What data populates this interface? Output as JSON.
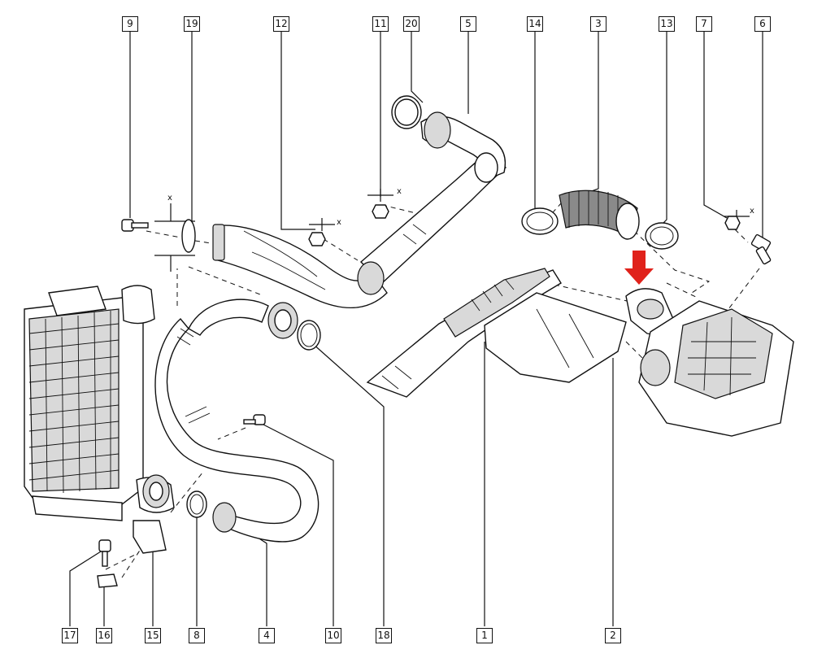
{
  "diagram": {
    "callouts": [
      {
        "id": "c9",
        "label": "9"
      },
      {
        "id": "c19",
        "label": "19"
      },
      {
        "id": "c12",
        "label": "12"
      },
      {
        "id": "c11",
        "label": "11"
      },
      {
        "id": "c20",
        "label": "20"
      },
      {
        "id": "c5",
        "label": "5"
      },
      {
        "id": "c14",
        "label": "14"
      },
      {
        "id": "c3",
        "label": "3"
      },
      {
        "id": "c13",
        "label": "13"
      },
      {
        "id": "c7",
        "label": "7"
      },
      {
        "id": "c6",
        "label": "6"
      },
      {
        "id": "c17",
        "label": "17"
      },
      {
        "id": "c16",
        "label": "16"
      },
      {
        "id": "c15",
        "label": "15"
      },
      {
        "id": "c8",
        "label": "8"
      },
      {
        "id": "c4",
        "label": "4"
      },
      {
        "id": "c10",
        "label": "10"
      },
      {
        "id": "c18",
        "label": "18"
      },
      {
        "id": "c1",
        "label": "1"
      },
      {
        "id": "c2",
        "label": "2"
      }
    ],
    "axis_letters": [
      "x",
      "x",
      "x",
      "x"
    ],
    "highlight_color": "#e0221b"
  }
}
